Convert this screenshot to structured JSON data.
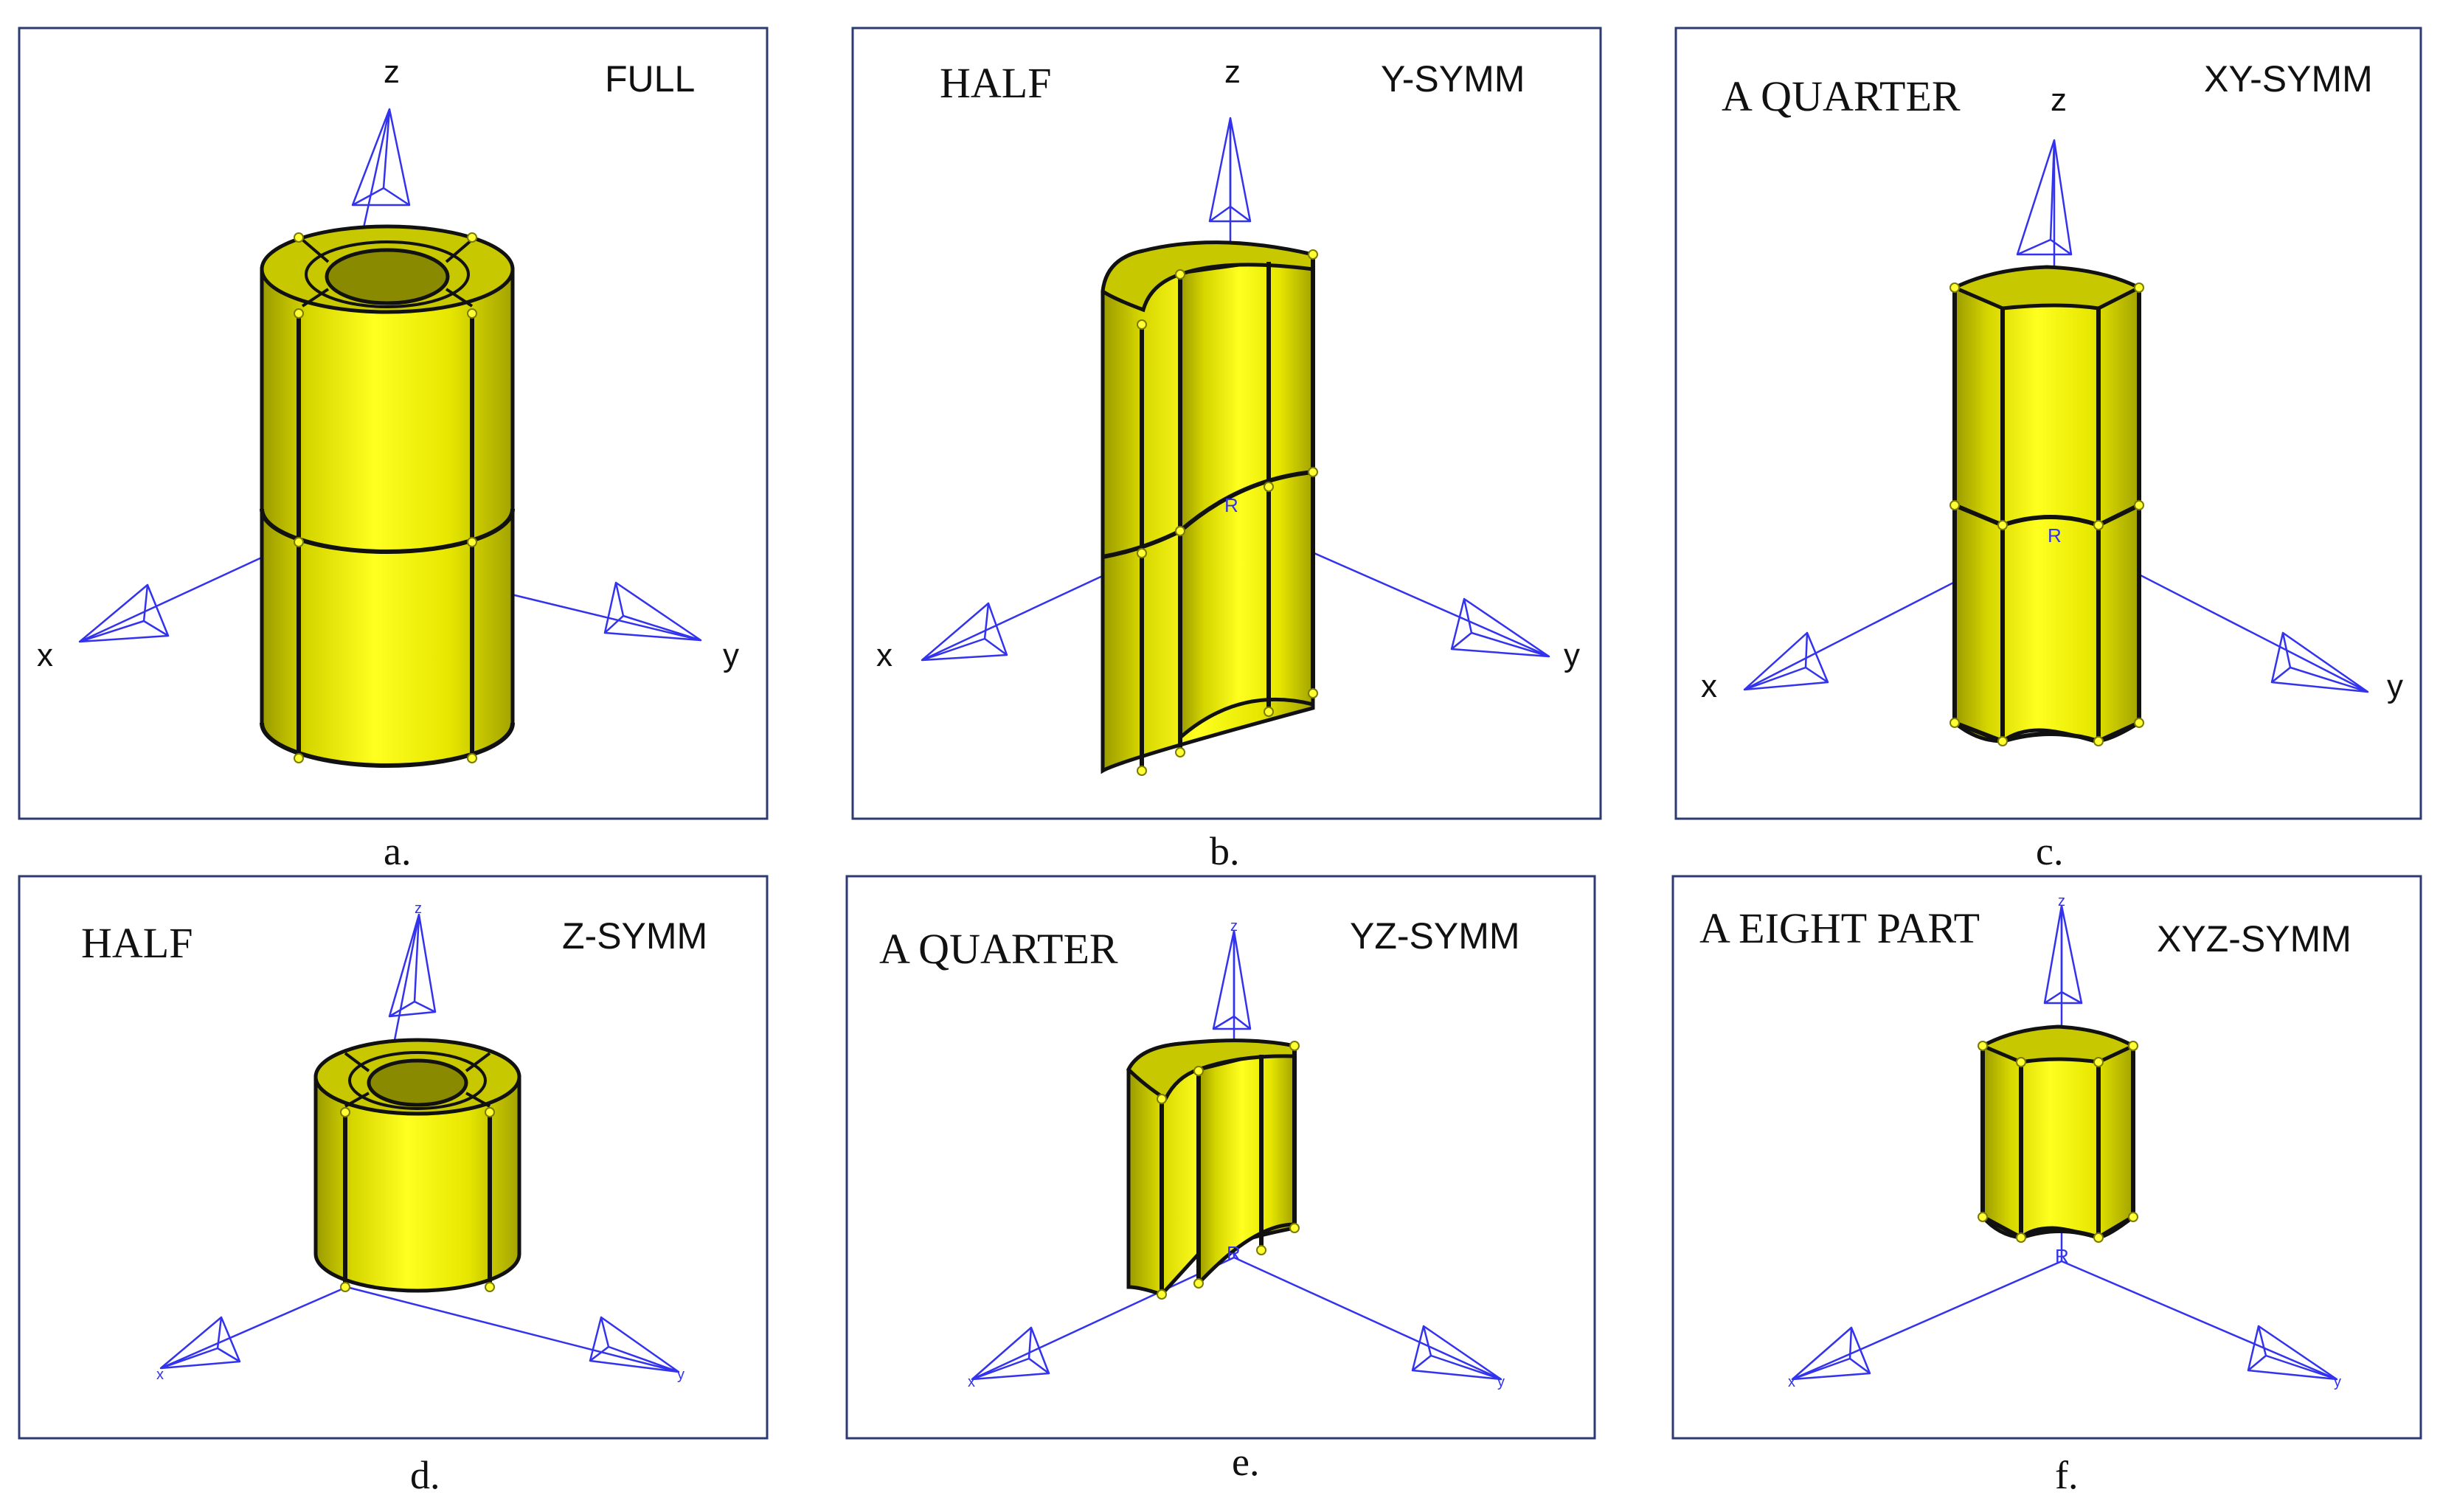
{
  "panels": [
    {
      "id": "a",
      "caption": "a.",
      "title_left": "",
      "title_right": "FULL",
      "axes": {
        "x": "x",
        "y": "y",
        "z": "z"
      }
    },
    {
      "id": "b",
      "caption": "b.",
      "title_left": "HALF",
      "title_right": "Y-SYMM",
      "axes": {
        "x": "x",
        "y": "y",
        "z": "z"
      }
    },
    {
      "id": "c",
      "caption": "c.",
      "title_left": "A QUARTER",
      "title_right": "XY-SYMM",
      "axes": {
        "x": "x",
        "y": "y",
        "z": "z"
      }
    },
    {
      "id": "d",
      "caption": "d.",
      "title_left": "HALF",
      "title_right": "Z-SYMM",
      "axes": {
        "x": "x",
        "y": "y",
        "z": "z"
      }
    },
    {
      "id": "e",
      "caption": "e.",
      "title_left": "A QUARTER",
      "title_right": "YZ-SYMM",
      "axes": {
        "x": "x",
        "y": "y",
        "z": "z"
      }
    },
    {
      "id": "f",
      "caption": "f.",
      "title_left": "A EIGHT PART",
      "title_right": "XYZ-SYMM",
      "axes": {
        "x": "x",
        "y": "y",
        "z": "z"
      }
    }
  ],
  "origin_marker": "R",
  "colors": {
    "frame": "#2e3b73",
    "axis": "#3333ee",
    "solid": "#e6e600",
    "edge": "#111111"
  }
}
